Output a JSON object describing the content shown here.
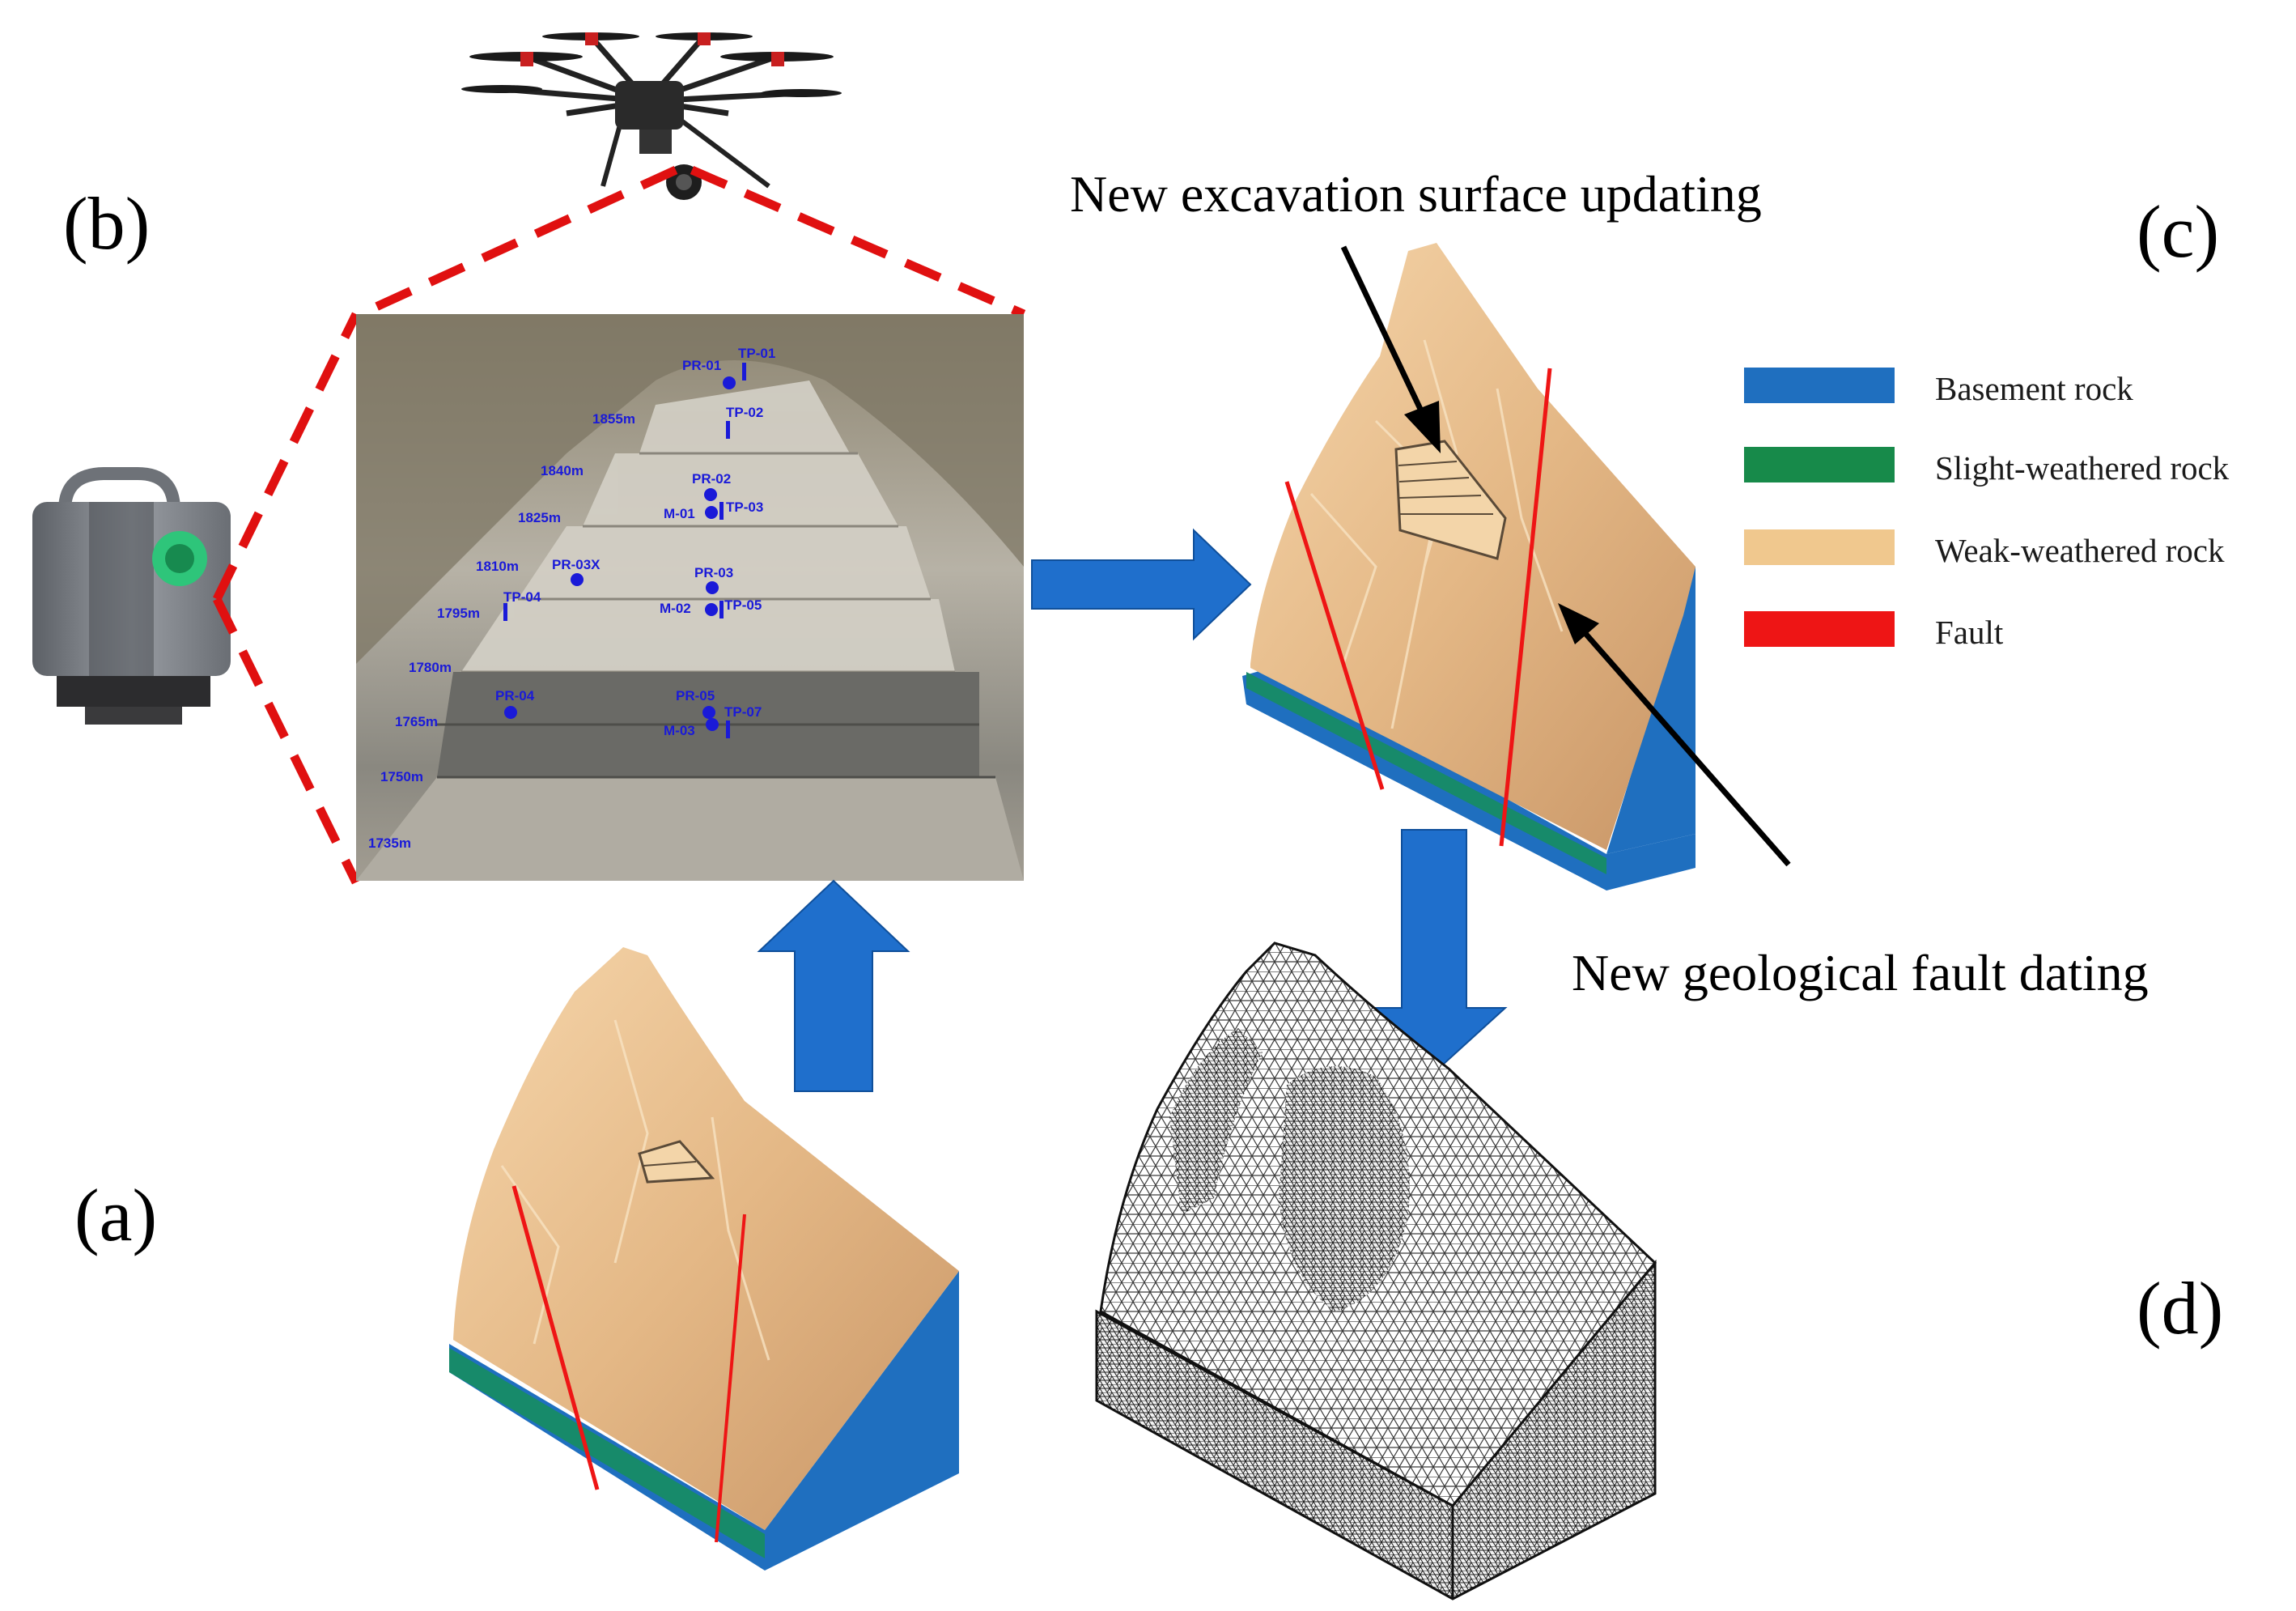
{
  "panels": {
    "a": "(a)",
    "b": "(b)",
    "c": "(c)",
    "d": "(d)"
  },
  "annotations": {
    "excavation": "New excavation surface updating",
    "fault": "New geological fault dating"
  },
  "legend": [
    {
      "label": "Basement rock",
      "color": "#1f6fbf"
    },
    {
      "label": "Slight-weathered rock",
      "color": "#178a4a"
    },
    {
      "label": "Weak-weathered rock",
      "color": "#f0c88e"
    },
    {
      "label": "Fault",
      "color": "#ee1515"
    }
  ],
  "photo": {
    "elevations": [
      "1855m",
      "1840m",
      "1825m",
      "1810m",
      "1795m",
      "1780m",
      "1765m",
      "1750m",
      "1735m"
    ],
    "points": [
      "PR-01",
      "TP-01",
      "TP-02",
      "PR-02",
      "M-01",
      "TP-03",
      "PR-03X",
      "PR-03",
      "TP-04",
      "M-02",
      "TP-05",
      "PR-04",
      "PR-05",
      "TP-07",
      "M-03"
    ]
  },
  "colors": {
    "arrow": "#1f6fcc",
    "dash": "#e01010",
    "rock": "#e8bf8f",
    "green": "#178a6a",
    "blue": "#1f6fbf"
  }
}
